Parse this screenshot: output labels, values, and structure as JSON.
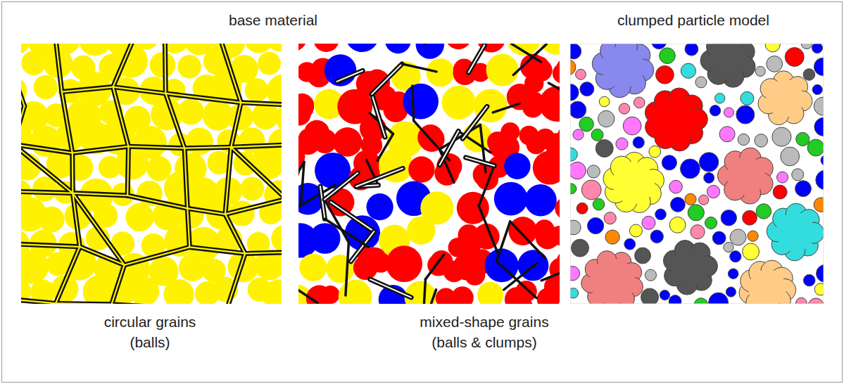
{
  "diagram": {
    "labels": [
      "base material",
      "clumped particle model",
      "circular grains",
      "(balls)",
      "mixed-shape grains",
      "(balls & clumps)"
    ]
  }
}
